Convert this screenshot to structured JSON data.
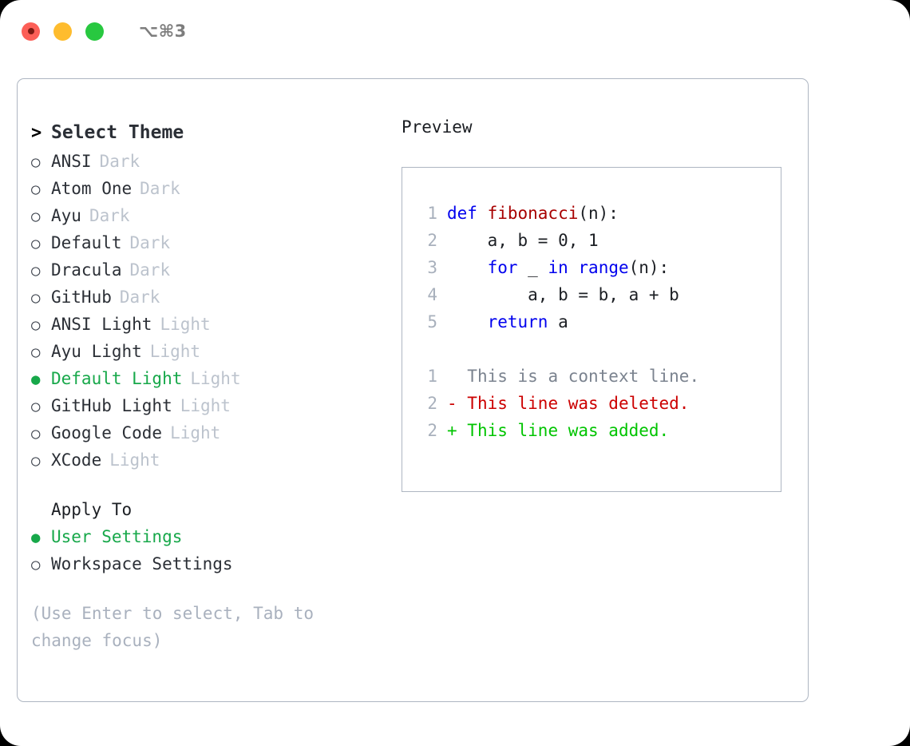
{
  "window": {
    "title": "⌥⌘3",
    "controls": [
      {
        "name": "close",
        "glyph": ""
      },
      {
        "name": "minimize",
        "glyph": ""
      },
      {
        "name": "zoom",
        "glyph": ""
      }
    ]
  },
  "colors": {
    "selected_green": "#17a84a",
    "added_green": "#00c400",
    "deleted_red": "#cc0000",
    "keyword_blue": "#0000ee",
    "function_red": "#a80000",
    "muted_grey": "#bcc3cd",
    "border": "#aeb6c2",
    "close": "#fc5f57",
    "minimize": "#febc2e",
    "zoom": "#28c840"
  },
  "theme_panel": {
    "header": {
      "prompt": ">",
      "title": "Select Theme"
    },
    "items": [
      {
        "marker": "○",
        "label": "ANSI",
        "variant": "Dark",
        "selected": false
      },
      {
        "marker": "○",
        "label": "Atom One",
        "variant": "Dark",
        "selected": false
      },
      {
        "marker": "○",
        "label": "Ayu",
        "variant": "Dark",
        "selected": false
      },
      {
        "marker": "○",
        "label": "Default",
        "variant": "Dark",
        "selected": false
      },
      {
        "marker": "○",
        "label": "Dracula",
        "variant": "Dark",
        "selected": false
      },
      {
        "marker": "○",
        "label": "GitHub",
        "variant": "Dark",
        "selected": false
      },
      {
        "marker": "○",
        "label": "ANSI Light",
        "variant": "Light",
        "selected": false
      },
      {
        "marker": "○",
        "label": "Ayu Light",
        "variant": "Light",
        "selected": false
      },
      {
        "marker": "●",
        "label": "Default Light",
        "variant": "Light",
        "selected": true
      },
      {
        "marker": "○",
        "label": "GitHub Light",
        "variant": "Light",
        "selected": false
      },
      {
        "marker": "○",
        "label": "Google Code",
        "variant": "Light",
        "selected": false
      },
      {
        "marker": "○",
        "label": "XCode",
        "variant": "Light",
        "selected": false
      }
    ],
    "apply_to": {
      "title": "Apply To",
      "options": [
        {
          "marker": "●",
          "label": "User Settings",
          "selected": true
        },
        {
          "marker": "○",
          "label": "Workspace Settings",
          "selected": false
        }
      ]
    },
    "hint": "(Use Enter to select, Tab to change focus)"
  },
  "preview": {
    "heading": "Preview",
    "code": [
      {
        "lineno": "1",
        "tokens": [
          {
            "text": "def ",
            "type": "kw"
          },
          {
            "text": "fibonacci",
            "type": "fn"
          },
          {
            "text": "(n):",
            "type": "plain"
          }
        ]
      },
      {
        "lineno": "2",
        "tokens": [
          {
            "text": "    a, b = 0, 1",
            "type": "plain"
          }
        ]
      },
      {
        "lineno": "3",
        "tokens": [
          {
            "text": "    ",
            "type": "plain"
          },
          {
            "text": "for",
            "type": "kw"
          },
          {
            "text": " _ ",
            "type": "plain"
          },
          {
            "text": "in",
            "type": "kw"
          },
          {
            "text": " ",
            "type": "plain"
          },
          {
            "text": "range",
            "type": "kw"
          },
          {
            "text": "(n):",
            "type": "plain"
          }
        ]
      },
      {
        "lineno": "4",
        "tokens": [
          {
            "text": "        a, b = b, a + b",
            "type": "plain"
          }
        ]
      },
      {
        "lineno": "5",
        "tokens": [
          {
            "text": "    ",
            "type": "plain"
          },
          {
            "text": "return",
            "type": "kw"
          },
          {
            "text": " a",
            "type": "plain"
          }
        ]
      }
    ],
    "diff": [
      {
        "lineno": "1",
        "sign": " ",
        "text": " This is a context line.",
        "type": "context"
      },
      {
        "lineno": "2",
        "sign": "-",
        "text": " This line was deleted.",
        "type": "deleted"
      },
      {
        "lineno": "2",
        "sign": "+",
        "text": " This line was added.",
        "type": "added"
      }
    ]
  }
}
